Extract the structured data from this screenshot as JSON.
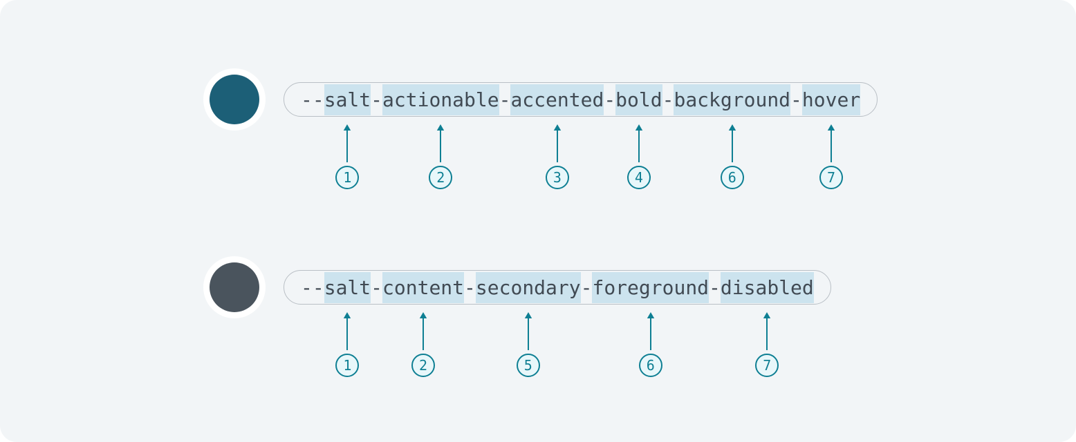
{
  "page": {
    "background_color": "#f2f5f7",
    "accent_teal": "#0e7f93",
    "highlight_color": "#cce3ee",
    "token_text_color": "#414a53"
  },
  "rows": [
    {
      "name": "actionable-token-anatomy",
      "swatch_color": "#1c5f77",
      "token": "--salt-actionable-accented-bold-background-hover",
      "parts": [
        {
          "text": "--",
          "highlight": false
        },
        {
          "text": "salt",
          "highlight": true
        },
        {
          "text": "-",
          "highlight": false
        },
        {
          "text": "actionable",
          "highlight": true
        },
        {
          "text": "-",
          "highlight": false
        },
        {
          "text": "accented",
          "highlight": true
        },
        {
          "text": "-",
          "highlight": false
        },
        {
          "text": "bold",
          "highlight": true
        },
        {
          "text": "-",
          "highlight": false
        },
        {
          "text": "background",
          "highlight": true
        },
        {
          "text": "-",
          "highlight": false
        },
        {
          "text": "hover",
          "highlight": true
        }
      ],
      "markers": [
        {
          "number": "1",
          "points_to": "salt"
        },
        {
          "number": "2",
          "points_to": "actionable"
        },
        {
          "number": "3",
          "points_to": "accented"
        },
        {
          "number": "4",
          "points_to": "bold"
        },
        {
          "number": "6",
          "points_to": "background"
        },
        {
          "number": "7",
          "points_to": "hover"
        }
      ]
    },
    {
      "name": "content-token-anatomy",
      "swatch_color": "#4a545d",
      "token": "--salt-content-secondary-foreground-disabled",
      "parts": [
        {
          "text": "--",
          "highlight": false
        },
        {
          "text": "salt",
          "highlight": true
        },
        {
          "text": "-",
          "highlight": false
        },
        {
          "text": "content",
          "highlight": true
        },
        {
          "text": "-",
          "highlight": false
        },
        {
          "text": "secondary",
          "highlight": true
        },
        {
          "text": "-",
          "highlight": false
        },
        {
          "text": "foreground",
          "highlight": true
        },
        {
          "text": "-",
          "highlight": false
        },
        {
          "text": "disabled",
          "highlight": true
        }
      ],
      "markers": [
        {
          "number": "1",
          "points_to": "salt"
        },
        {
          "number": "2",
          "points_to": "content"
        },
        {
          "number": "5",
          "points_to": "secondary"
        },
        {
          "number": "6",
          "points_to": "foreground"
        },
        {
          "number": "7",
          "points_to": "disabled"
        }
      ]
    }
  ]
}
